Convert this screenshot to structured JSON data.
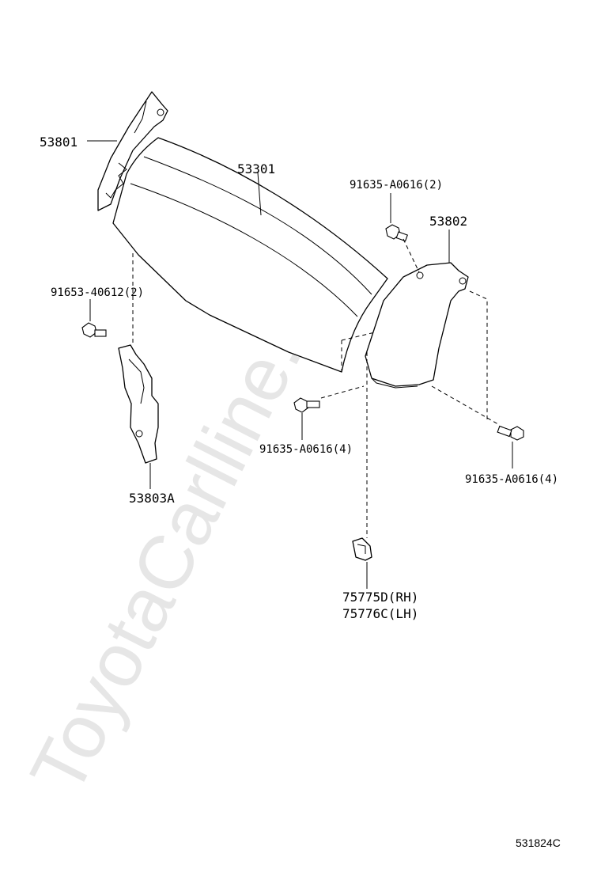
{
  "watermark": "ToyotaCarlline.ru",
  "diagram_id": "531824C",
  "parts": {
    "p53801": "53801",
    "p53301": "53301",
    "p91635_top": "91635-A0616(2)",
    "p53802": "53802",
    "p91653": "91653-40612(2)",
    "p91635_mid": "91635-A0616(4)",
    "p91635_right": "91635-A0616(4)",
    "p53803A": "53803A",
    "p75775D": "75775D(RH)",
    "p75776C": "75776C(LH)"
  }
}
